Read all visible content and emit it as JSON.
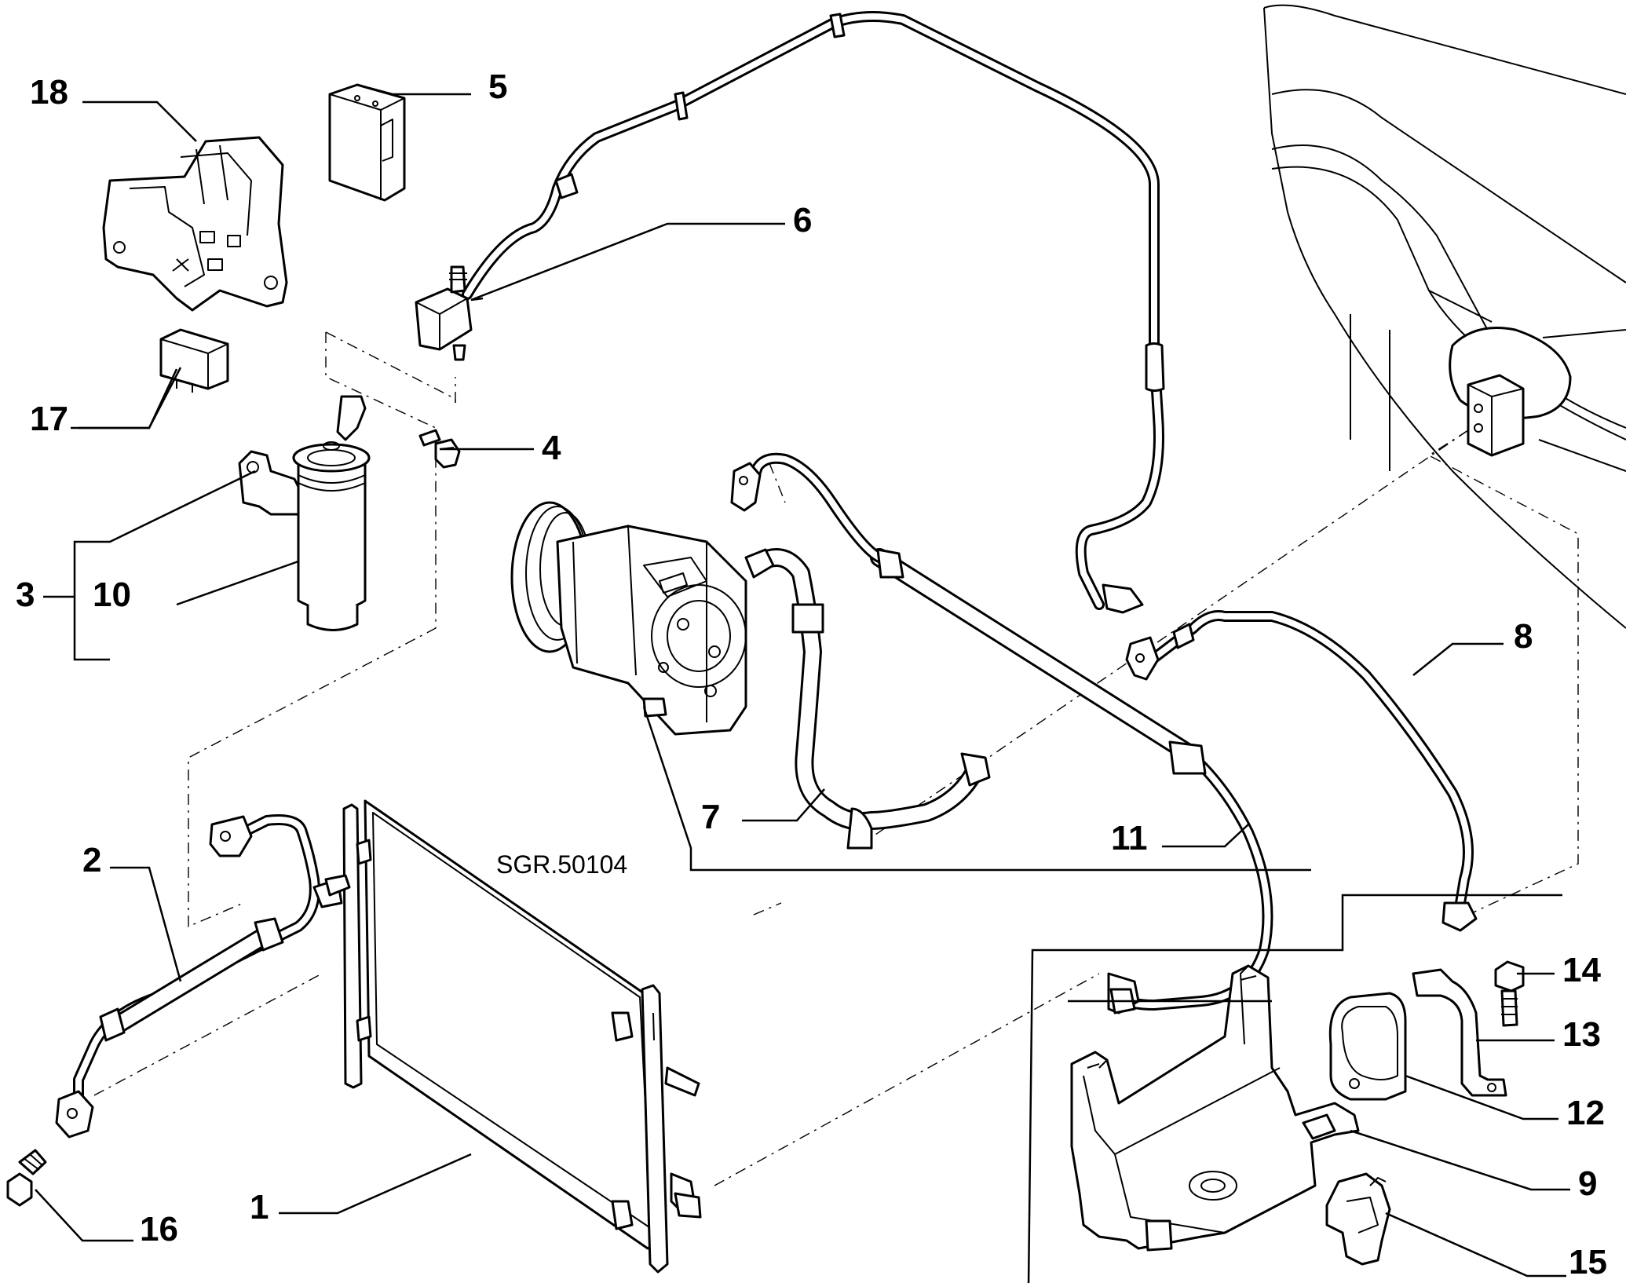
{
  "diagram": {
    "reference_code": "SGR.50104",
    "callouts": [
      {
        "id": "1",
        "text": "1"
      },
      {
        "id": "2",
        "text": "2"
      },
      {
        "id": "3",
        "text": "3"
      },
      {
        "id": "4",
        "text": "4"
      },
      {
        "id": "5",
        "text": "5"
      },
      {
        "id": "6",
        "text": "6"
      },
      {
        "id": "7",
        "text": "7"
      },
      {
        "id": "8",
        "text": "8"
      },
      {
        "id": "9",
        "text": "9"
      },
      {
        "id": "10",
        "text": "10"
      },
      {
        "id": "11",
        "text": "11"
      },
      {
        "id": "12",
        "text": "12"
      },
      {
        "id": "13",
        "text": "13"
      },
      {
        "id": "14",
        "text": "14"
      },
      {
        "id": "15",
        "text": "15"
      },
      {
        "id": "16",
        "text": "16"
      },
      {
        "id": "17",
        "text": "17"
      },
      {
        "id": "18",
        "text": "18"
      }
    ]
  }
}
